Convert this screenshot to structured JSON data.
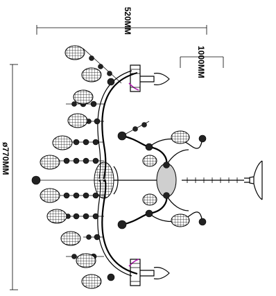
{
  "dimensions": {
    "width_label": "520MM",
    "height_label": "1000MM",
    "diameter_label": "ø770MM"
  },
  "colors": {
    "line": "#000000",
    "accent": "#b01fb0",
    "mesh": "#cfcfcf",
    "background": "#ffffff"
  }
}
